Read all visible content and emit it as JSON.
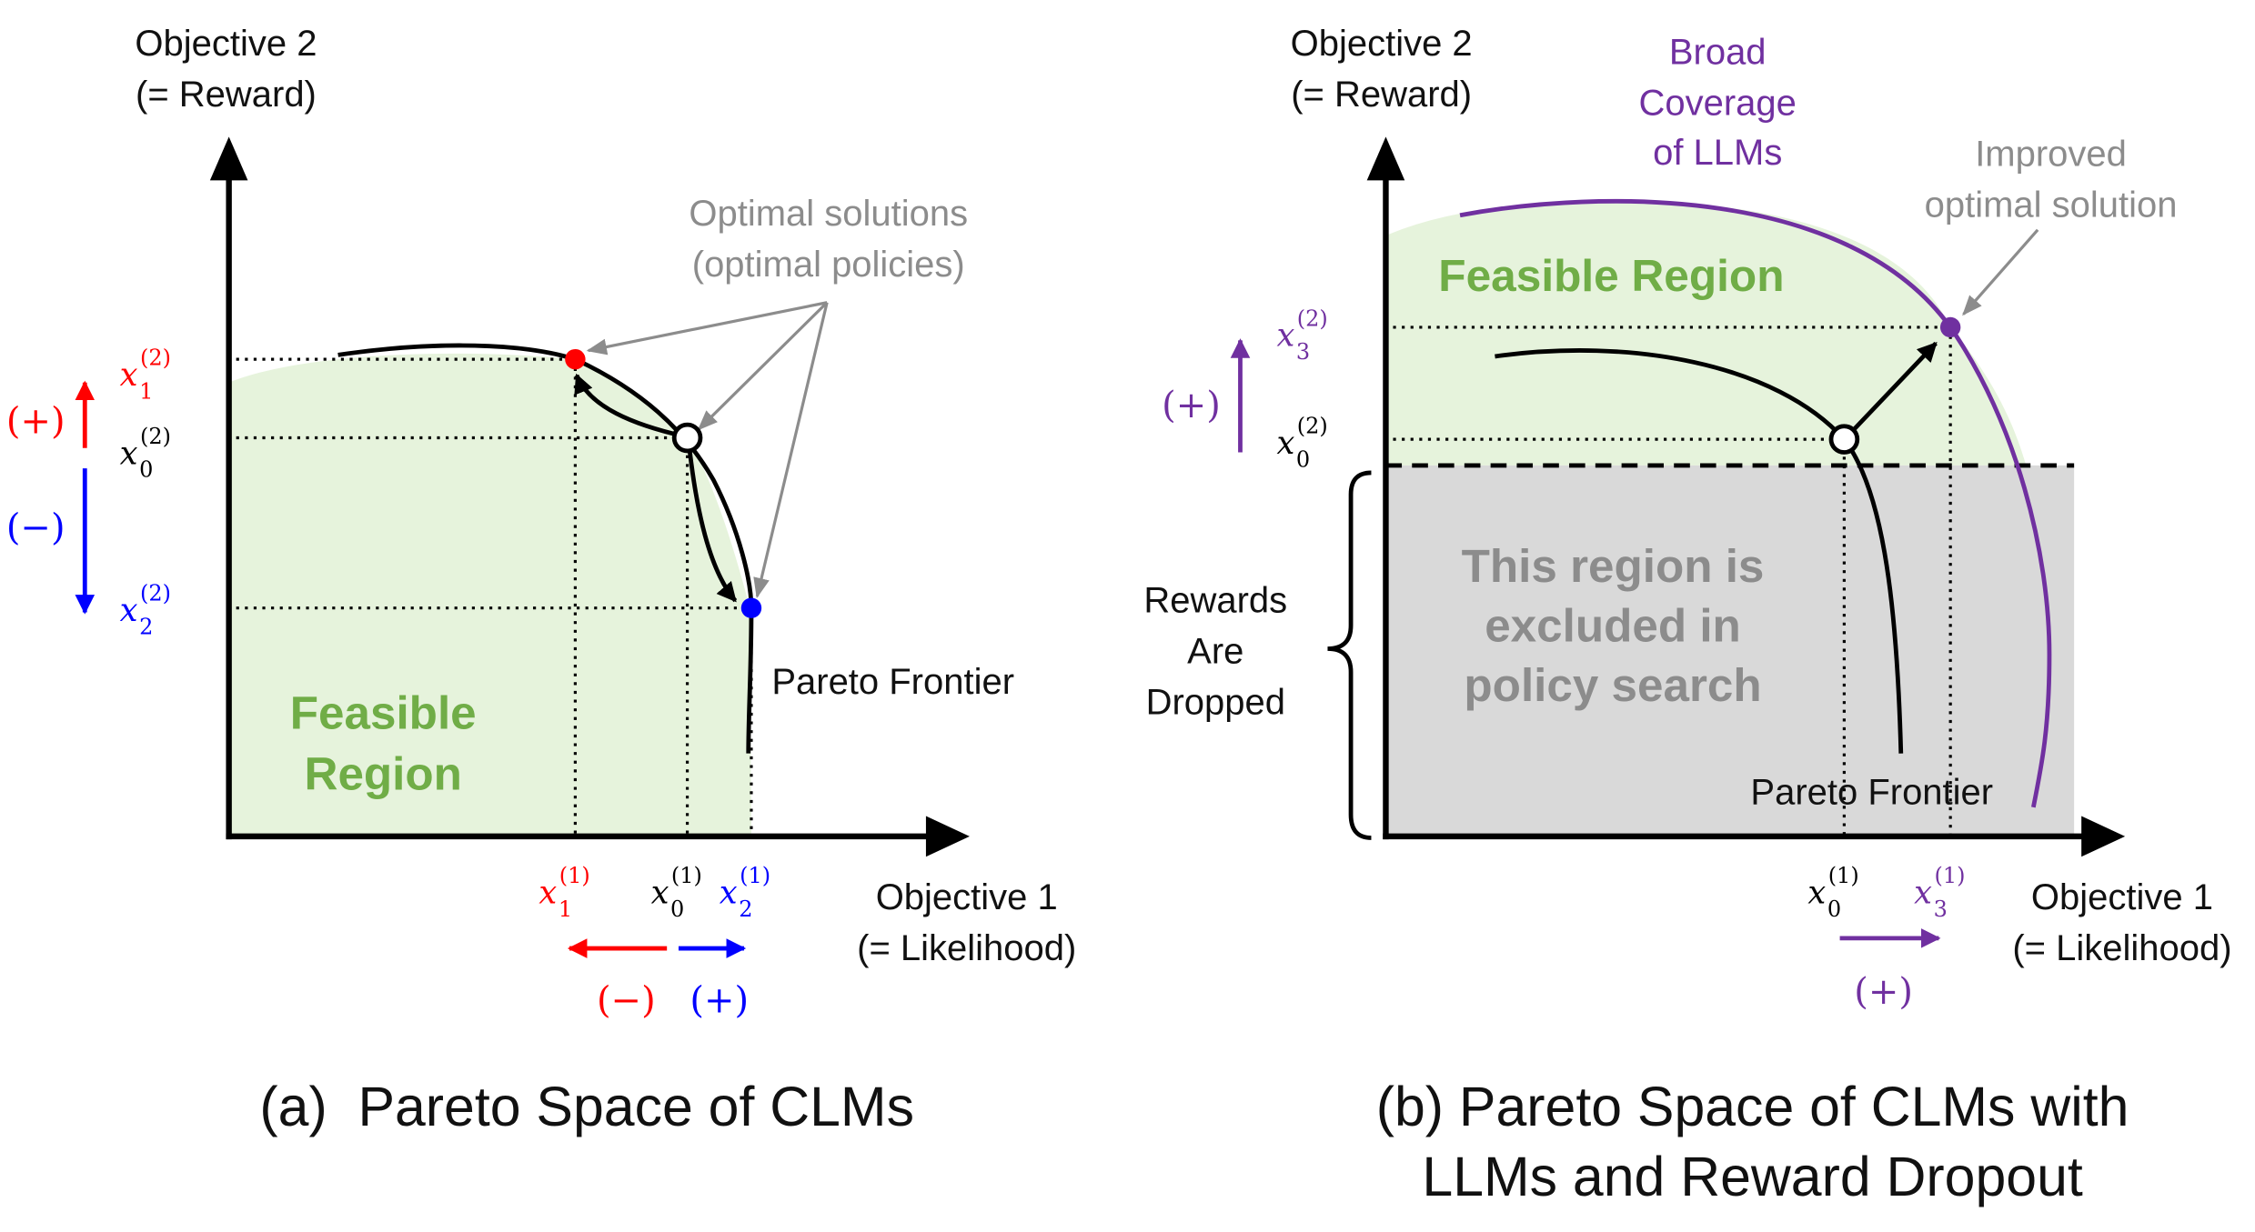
{
  "colors": {
    "feasible_fill": "#e6f3dc",
    "feasible_text": "#70ad47",
    "excluded_fill": "#d9d9d9",
    "excluded_text": "#8c8c8c",
    "annotation_gray": "#8c8c8c",
    "red": "#ff0000",
    "blue": "#0000ff",
    "purple": "#7030a0",
    "black": "#000000"
  },
  "panel_a": {
    "y_axis_label_1": "Objective 2",
    "y_axis_label_2": "(= Reward)",
    "x_axis_label_1": "Objective 1",
    "x_axis_label_2": "(= Likelihood)",
    "feasible_1": "Feasible",
    "feasible_2": "Region",
    "pareto_label": "Pareto Frontier",
    "optimal_1": "Optimal solutions",
    "optimal_2": "(optimal policies)",
    "plus": "(+)",
    "minus": "(−)",
    "x": "x",
    "sub0": "0",
    "sub1": "1",
    "sub2": "2",
    "sup1": "(1)",
    "sup2": "(2)",
    "caption": "(a)  Pareto Space of CLMs"
  },
  "panel_b": {
    "y_axis_label_1": "Objective 2",
    "y_axis_label_2": "(= Reward)",
    "x_axis_label_1": "Objective 1",
    "x_axis_label_2": "(= Likelihood)",
    "feasible": "Feasible Region",
    "broad_1": "Broad",
    "broad_2": "Coverage",
    "broad_3": "of LLMs",
    "improved_1": "Improved",
    "improved_2": "optimal solution",
    "excluded_1": "This region is",
    "excluded_2": "excluded in",
    "excluded_3": "policy search",
    "dropped_1": "Rewards",
    "dropped_2": "Are",
    "dropped_3": "Dropped",
    "pareto_label": "Pareto Frontier",
    "plus": "(+)",
    "x": "x",
    "sub0": "0",
    "sub3": "3",
    "sup1": "(1)",
    "sup2": "(2)",
    "caption_1": "(b) Pareto Space of CLMs with",
    "caption_2": "LLMs and Reward Dropout"
  }
}
